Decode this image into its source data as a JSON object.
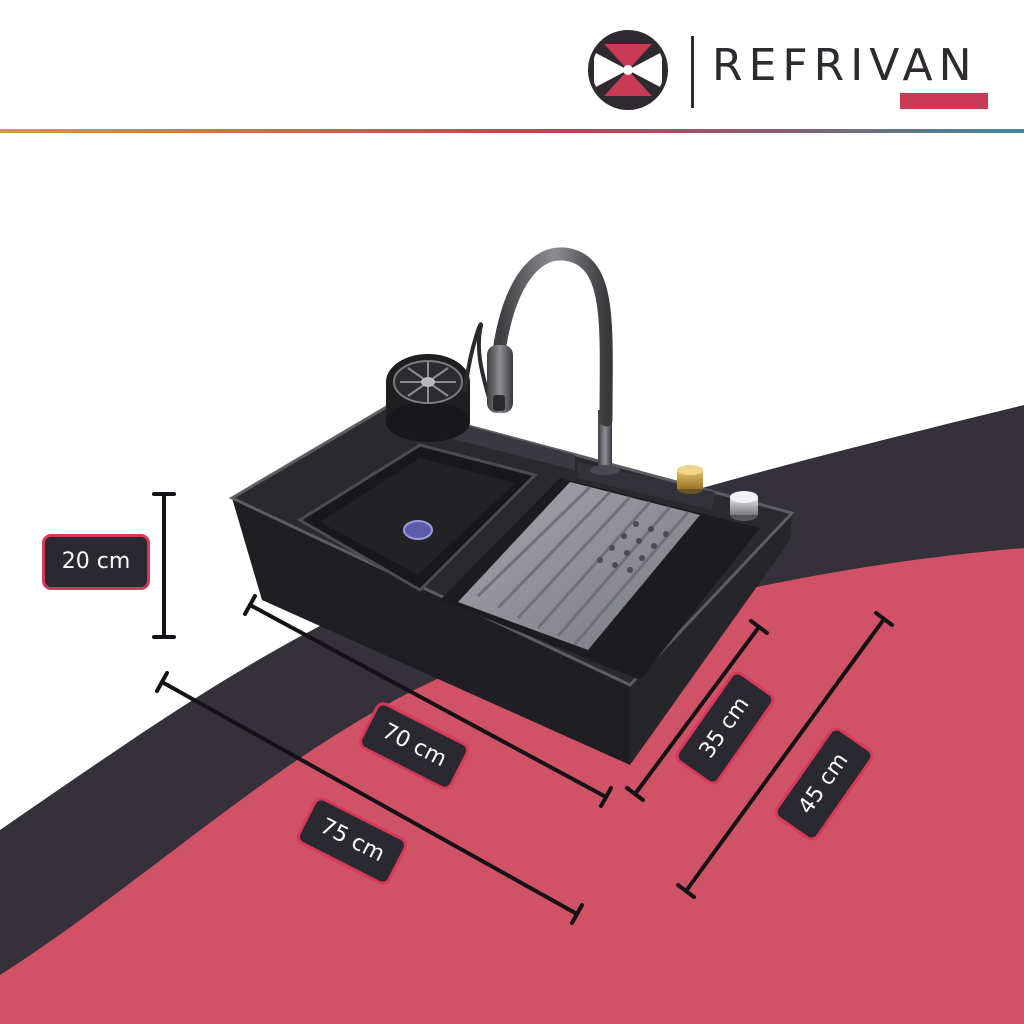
{
  "brand": {
    "name": "REFRIVAN",
    "tagline": "",
    "colors": {
      "primary": "#c93a55",
      "dark": "#2b2930",
      "accent_line_start": "#d49a3a",
      "accent_line_mid": "#c93a55",
      "accent_line_end": "#3f8a97"
    }
  },
  "background": {
    "dark_band_color": "#35313a",
    "pink_band_color": "#cf5266"
  },
  "product": {
    "icon": "kitchen-sink-icon"
  },
  "dimensions": {
    "height": "20 cm",
    "inner_length": "70 cm",
    "outer_length": "75 cm",
    "inner_width": "35 cm",
    "outer_width": "45 cm"
  }
}
